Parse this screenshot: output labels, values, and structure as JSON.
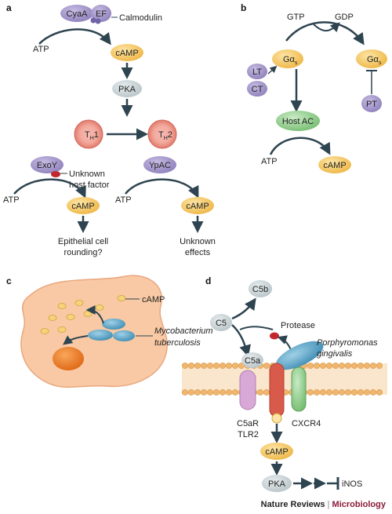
{
  "panels": {
    "a": {
      "letter": "a",
      "nodes": {
        "cyaa": "CyaA",
        "ef": "EF",
        "calmodulin": "Calmodulin",
        "atp1": "ATP",
        "camp1": "cAMP",
        "pka": "PKA",
        "th1": "T",
        "th1_sub": "H",
        "th1_num": "1",
        "th2": "T",
        "th2_sub": "H",
        "th2_num": "2",
        "exoy": "ExoY",
        "unknown_host_1": "Unknown",
        "unknown_host_2": "host factor",
        "atp2": "ATP",
        "camp2": "cAMP",
        "epithelial_1": "Epithelial cell",
        "epithelial_2": "rounding?",
        "ypac": "YpAC",
        "atp3": "ATP",
        "camp3": "cAMP",
        "unknown_effects_1": "Unknown",
        "unknown_effects_2": "effects"
      }
    },
    "b": {
      "letter": "b",
      "nodes": {
        "gtp": "GTP",
        "gdp": "GDP",
        "galpha_s_1": "Gα",
        "galpha_s_1_sub": "s",
        "galpha_s_2": "Gα",
        "galpha_s_2_sub": "s",
        "lt": "LT",
        "ct": "CT",
        "pt": "PT",
        "host_ac": "Host AC",
        "atp": "ATP",
        "camp": "cAMP"
      }
    },
    "c": {
      "letter": "c",
      "nodes": {
        "camp": "cAMP",
        "mtb_1": "Mycobacterium",
        "mtb_2": "tuberculosis"
      }
    },
    "d": {
      "letter": "d",
      "nodes": {
        "c5b": "C5b",
        "c5": "C5",
        "protease": "Protease",
        "porph_1": "Porphyromonas",
        "porph_2": "gingivalis",
        "c5a": "C5a",
        "c5ar": "C5aR",
        "cxcr4": "CXCR4",
        "tlr2": "TLR2",
        "camp": "cAMP",
        "pka": "PKA",
        "inos": "iNOS"
      }
    }
  },
  "credit": {
    "journal": "Nature Reviews",
    "separator": "|",
    "section": "Microbiology"
  },
  "colors": {
    "purple": "#9b8cc4",
    "camp_yellow": "#f3c25a",
    "pka_grey": "#c9d3d6",
    "th_red": "#e07f74",
    "green": "#8cc98a",
    "membrane_orange": "#f0b66e",
    "cell_pink": "#f8c9a4",
    "bacterium_blue": "#5ea6c8",
    "nucleus_orange": "#ef7f23",
    "arrow": "#2e4450",
    "journal_accent": "#8a1b3a"
  }
}
